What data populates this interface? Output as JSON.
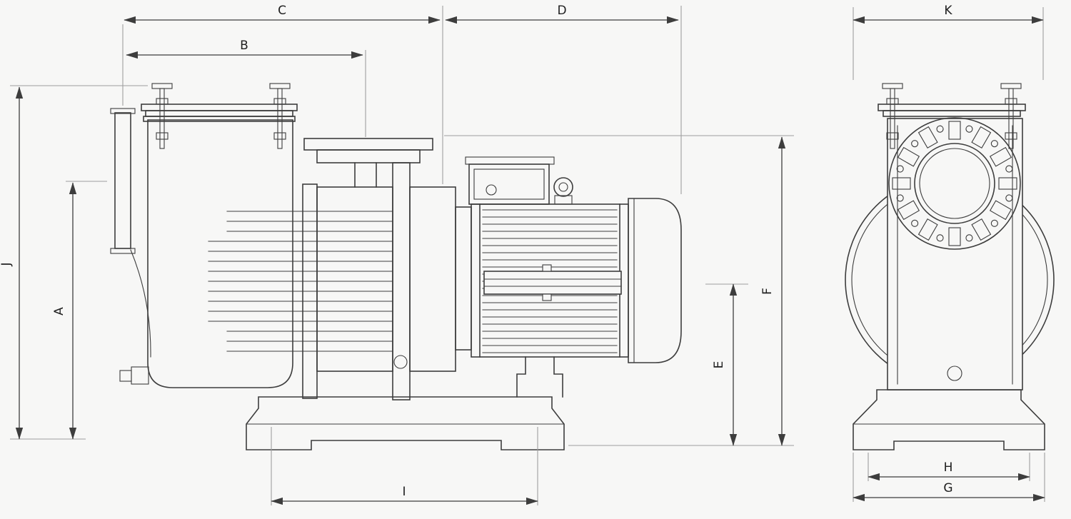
{
  "colors": {
    "background": "#f7f7f6",
    "line": "#3d3d3d",
    "extension": "#9e9e9e",
    "text": "#1f1f1f"
  },
  "dim_labels": {
    "A": "A",
    "B": "B",
    "C": "C",
    "D": "D",
    "E": "E",
    "F": "F",
    "G": "G",
    "H": "H",
    "I": "I",
    "J": "J",
    "K": "K"
  }
}
